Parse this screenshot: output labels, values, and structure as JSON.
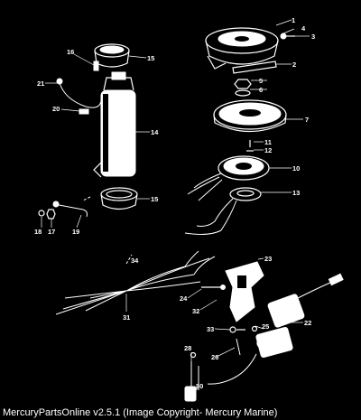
{
  "colors": {
    "background": "#000000",
    "foreground": "#ffffff"
  },
  "caption": "MercuryPartsOnline v2.5.1 (Image Copyright- Mercury Marine)",
  "callouts": {
    "c1": "1",
    "c2": "2",
    "c3": "3",
    "c4": "4",
    "c5": "5",
    "c6": "6",
    "c7": "7",
    "c10": "10",
    "c11": "11",
    "c12": "12",
    "c13": "13",
    "c14": "14",
    "c15a": "15",
    "c15b": "15",
    "c16": "16",
    "c17": "17",
    "c18": "18",
    "c19": "19",
    "c20": "20",
    "c21": "21",
    "c22": "22",
    "c23": "23",
    "c24": "24",
    "c25": "25",
    "c26": "26",
    "c28": "28",
    "c30": "30",
    "c31": "31",
    "c32": "32",
    "c33": "33",
    "c34": "34"
  }
}
